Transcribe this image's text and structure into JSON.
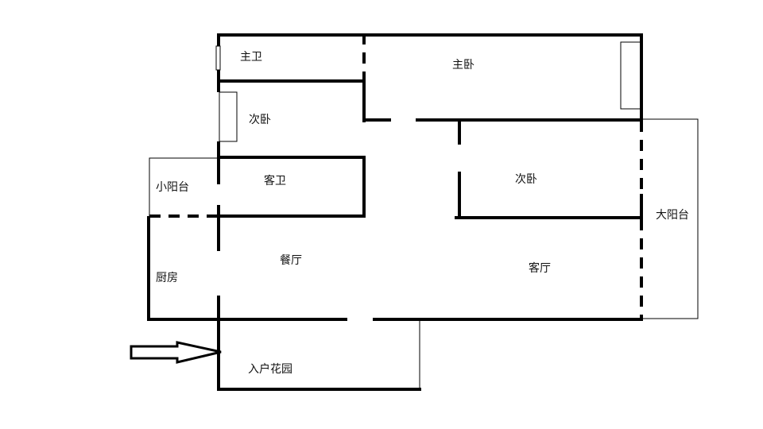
{
  "floor_plan": {
    "rooms": {
      "master_bath": "主卫",
      "master_bedroom": "主卧",
      "second_bedroom_left": "次卧",
      "guest_bath": "客卫",
      "small_balcony": "小阳台",
      "second_bedroom_right": "次卧",
      "large_balcony": "大阳台",
      "dining_room": "餐厅",
      "living_room": "客厅",
      "kitchen": "厨房",
      "entry_garden": "入户花园"
    },
    "entrance_arrow_icon": "arrow-right-icon",
    "colors": {
      "wall": "#000000",
      "background": "#ffffff",
      "label": "#111111"
    }
  }
}
